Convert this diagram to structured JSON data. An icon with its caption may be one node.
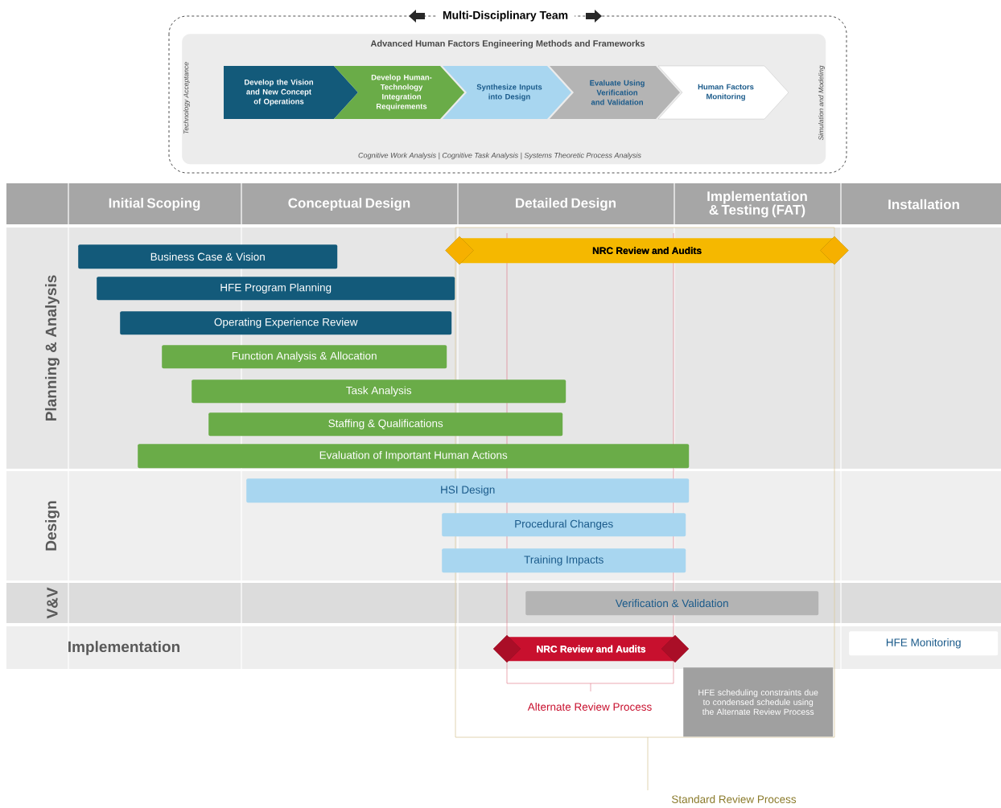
{
  "diagram": {
    "nodes": [
      {
        "text": [
          "Multi-Disciplinary Team"
        ]
      },
      {
        "text": [
          "Advanced Human Factors Engineering Methods and Frameworks",
          "Cognitive Work Analysis | Cognitive Task Analysis | Systems Theoretic Process Analysis"
        ],
        "in": 0
      },
      {
        "text": [
          "Develop the Vision and New Concept of Operations"
        ],
        "in": 1
      },
      {
        "text": [
          "Develop Human-Technology Integration Requirements"
        ],
        "in": 1
      },
      {
        "text": [
          "Synthesize Inputs into Design"
        ],
        "in": 1
      },
      {
        "text": [
          "Evaluate Using Verification and Validation"
        ],
        "in": 1
      },
      {
        "text": [
          "Human Factors Monitoring"
        ],
        "in": 1
      },
      {
        "text": [
          "NRC Review and Audits"
        ]
      },
      {
        "text": [
          "Business Case & Vision"
        ]
      },
      {
        "text": [
          "HFE Program Planning"
        ]
      },
      {
        "text": [
          "Operating Experience Review"
        ]
      },
      {
        "text": [
          "Function Analysis & Allocation"
        ]
      },
      {
        "text": [
          "Task Analysis"
        ]
      },
      {
        "text": [
          "Staffing & Qualifications"
        ]
      },
      {
        "text": [
          "Evaluation of Important Human Actions"
        ]
      },
      {
        "text": [
          "HSI Design"
        ]
      },
      {
        "text": [
          "Procedural Changes"
        ]
      },
      {
        "text": [
          "Training Impacts"
        ]
      },
      {
        "text": [
          "Verification & Validation"
        ]
      },
      {
        "text": [
          "NRC Review and Audits"
        ]
      },
      {
        "text": [
          "HFE Monitoring"
        ]
      },
      {
        "text": [
          "HFE scheduling constraints due to condensed schedule using the Alternate Review Process"
        ]
      }
    ],
    "labels": [
      "Technology Acceptance",
      "Simulation and Modeling",
      "Initial Scoping",
      "Conceptual Design",
      "Detailed Design",
      "Implementation & Testing (FAT)",
      "Installation",
      "Planning & Analysis",
      "Design",
      "V&V",
      "Implementation",
      "Alternate Review Process",
      "Standard Review Process"
    ]
  }
}
